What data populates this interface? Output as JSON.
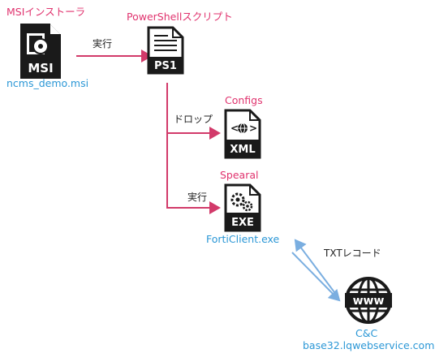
{
  "colors": {
    "pink": "#e0336e",
    "blue": "#2b97d6",
    "dark": "#1a1a1a",
    "arrow_pink": "#d23a6a",
    "arrow_blue": "#7aaee0"
  },
  "nodes": {
    "msi": {
      "title": "MSIインストーラ",
      "badge": "MSI",
      "caption": "ncms_demo.msi",
      "icon": "msi-file-icon"
    },
    "ps1": {
      "title": "PowerShellスクリプト",
      "badge": "PS1",
      "icon": "ps1-file-icon"
    },
    "configs": {
      "title": "Configs",
      "badge": "XML",
      "icon": "xml-file-icon"
    },
    "spearal": {
      "title": "Spearal",
      "badge": "EXE",
      "caption": "FortiClient.exe",
      "icon": "exe-file-icon"
    },
    "cc": {
      "title": "C&C",
      "caption": "base32.lqwebservice.com",
      "icon": "www-globe-icon",
      "globe_text": "www"
    }
  },
  "edges": {
    "msi_to_ps1": "実行",
    "ps1_to_configs": "ドロップ",
    "ps1_to_spearal": "実行",
    "spearal_cc": "TXTレコード"
  }
}
